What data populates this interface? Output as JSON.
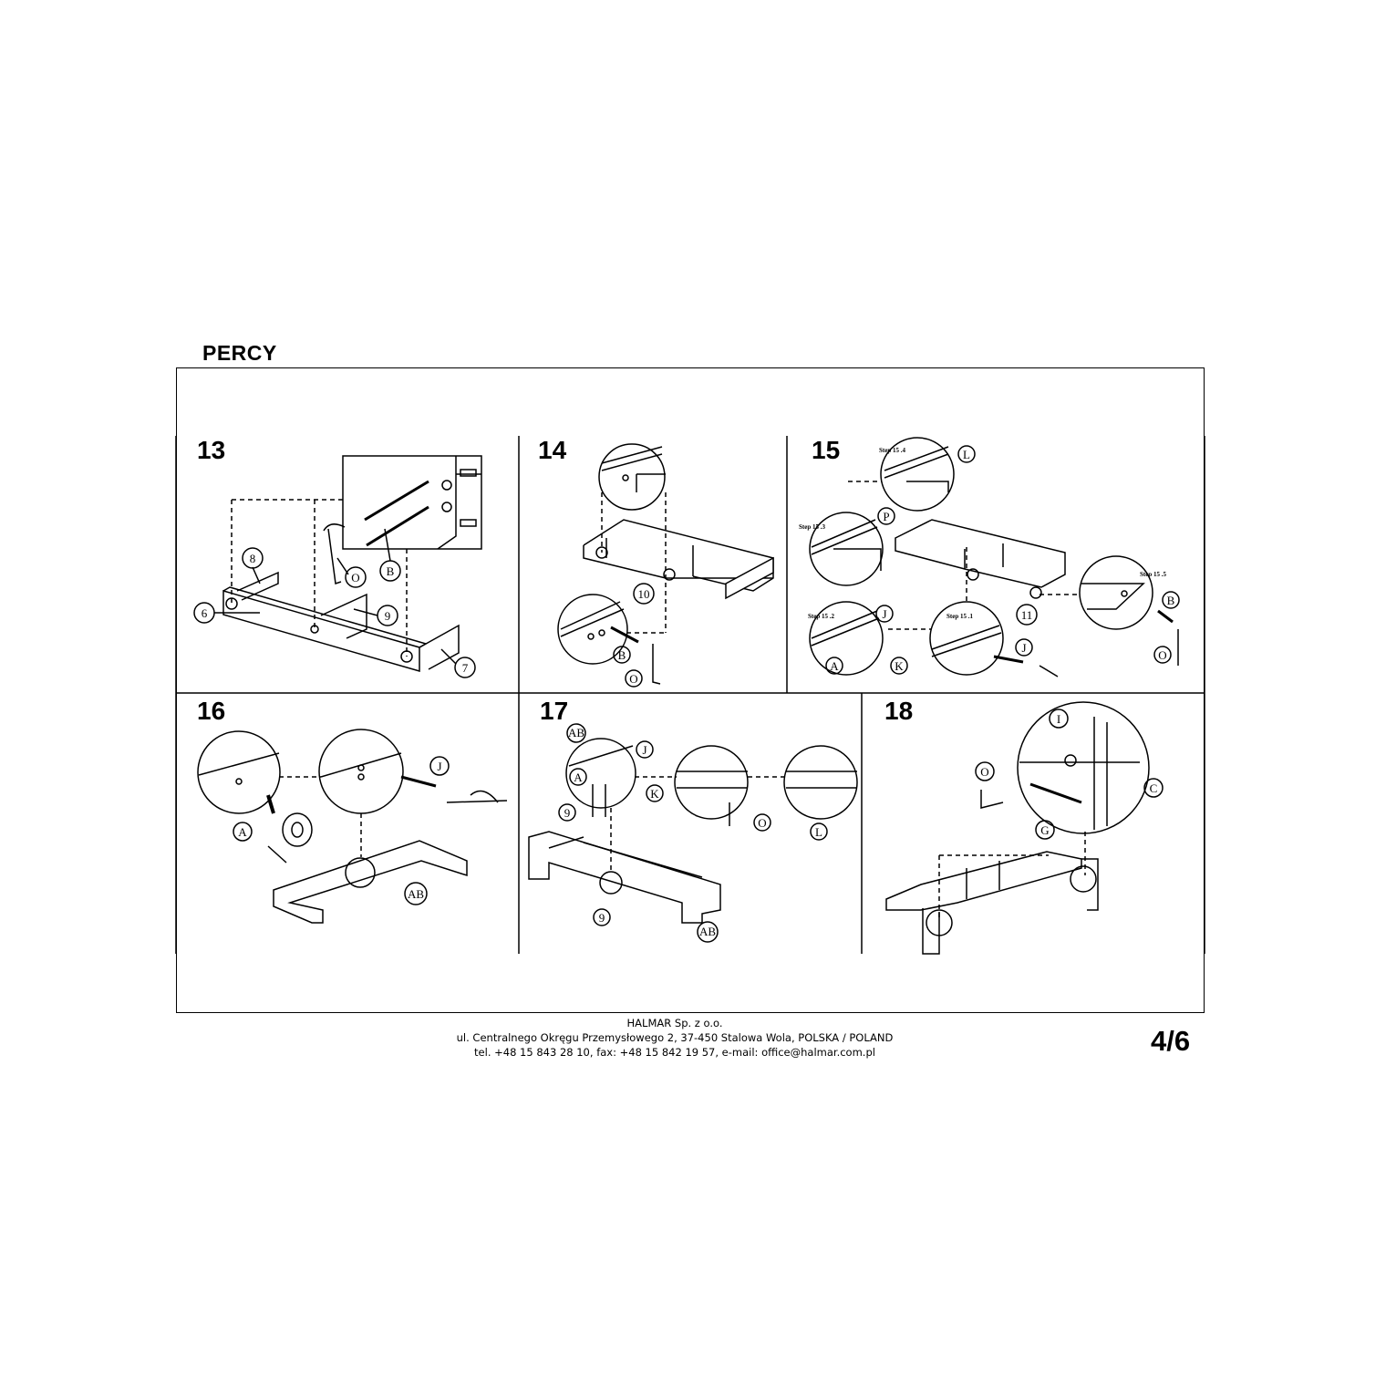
{
  "doc": {
    "title": "PERCY",
    "page": "4/6"
  },
  "steps": [
    {
      "number": "13",
      "labels": [
        "8",
        "6",
        "9",
        "7",
        "O",
        "B"
      ]
    },
    {
      "number": "14",
      "labels": [
        "10",
        "B",
        "O"
      ]
    },
    {
      "number": "15",
      "labels": [
        "L",
        "P",
        "J",
        "K",
        "A",
        "J",
        "11",
        "B",
        "O"
      ],
      "sub_steps": [
        "Step 15 .4",
        "Step 15 .3",
        "Step 15 .2",
        "Step 15 .1",
        "Step 15 .5"
      ]
    },
    {
      "number": "16",
      "labels": [
        "J",
        "A",
        "AB"
      ]
    },
    {
      "number": "17",
      "labels": [
        "AB",
        "J",
        "A",
        "K",
        "9",
        "O",
        "L",
        "9",
        "AB"
      ]
    },
    {
      "number": "18",
      "labels": [
        "I",
        "O",
        "C",
        "G"
      ]
    }
  ],
  "footer": {
    "company": "HALMAR Sp. z o.o.",
    "address": "ul. Centralnego Okręgu Przemysłowego 2, 37-450 Stalowa Wola, POLSKA / POLAND",
    "contact": "tel. +48 15 843 28 10, fax: +48 15 842 19 57, e-mail: office@halmar.com.pl"
  }
}
